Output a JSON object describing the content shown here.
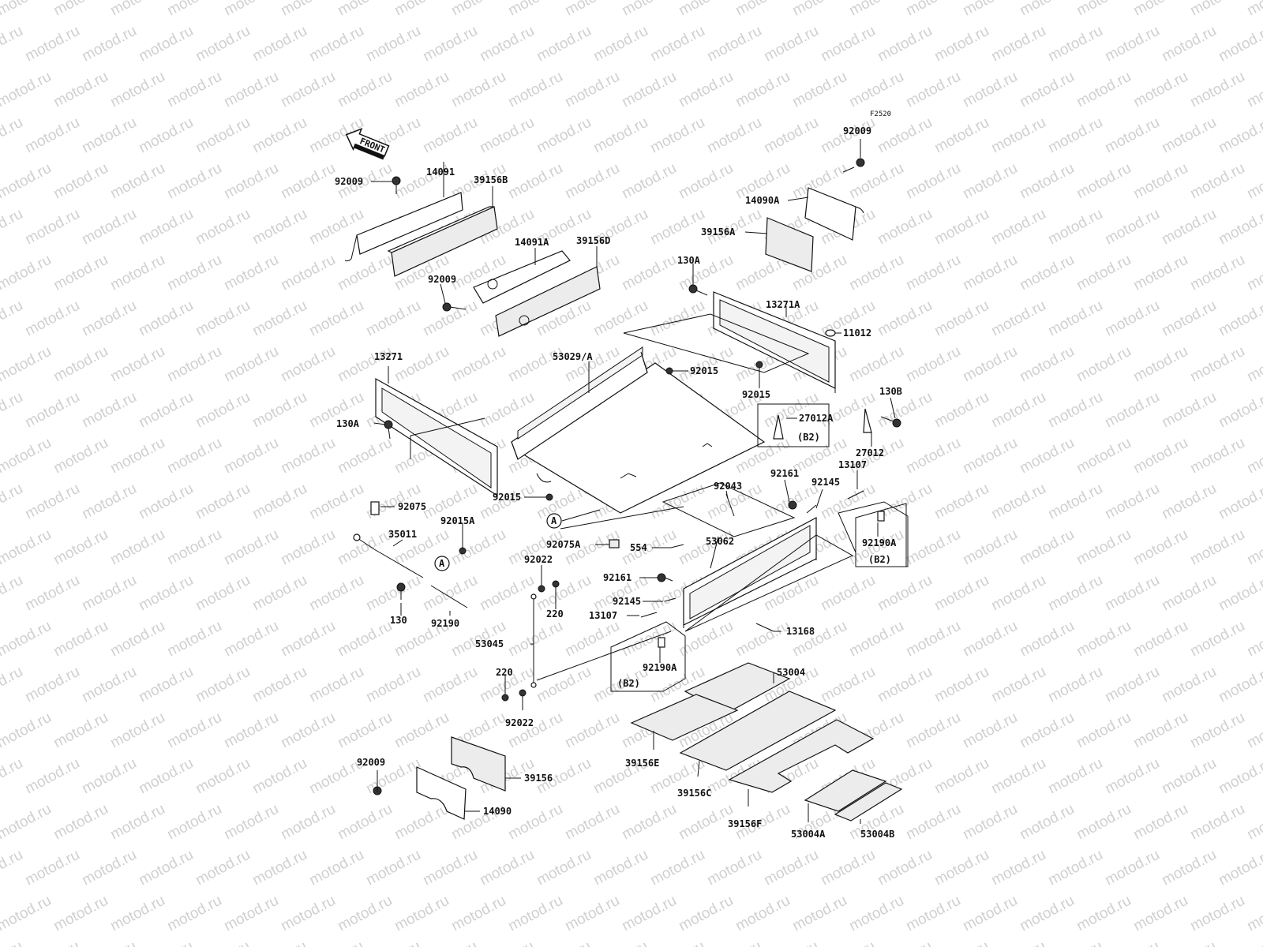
{
  "figure_code": "F2520",
  "front_arrow_label": "FRONT",
  "watermark_text": "motod.ru",
  "circle_ref": "A",
  "parts": {
    "p92009_top_left": "92009",
    "p14091": "14091",
    "p39156B": "39156B",
    "p14091A": "14091A",
    "p39156D": "39156D",
    "p92009_mid": "92009",
    "p92009_top_right": "92009",
    "p14090A": "14090A",
    "p39156A": "39156A",
    "p130A_right": "130A",
    "p13271A": "13271A",
    "p11012": "11012",
    "p92015_right": "92015",
    "p92015_mid": "92015",
    "p53029A": "53029/A",
    "p13271": "13271",
    "p130A_left": "130A",
    "p92015_left": "92015",
    "p130B": "130B",
    "p27012A": "27012A",
    "p27012": "27012",
    "pB2_a": "(B2)",
    "p92161_top": "92161",
    "p13107_top": "13107",
    "p92145_top": "92145",
    "p92043": "92043",
    "p92075": "92075",
    "p35011": "35011",
    "p92015A": "92015A",
    "p92075A": "92075A",
    "p554": "554",
    "p53062": "53062",
    "p92190A_right": "92190A",
    "pB2_b": "(B2)",
    "p92022_top": "92022",
    "p220_top": "220",
    "p92161_bot": "92161",
    "p92145_bot": "92145",
    "p13107_bot": "13107",
    "p13168": "13168",
    "p130": "130",
    "p92190": "92190",
    "p53045": "53045",
    "p92190A_bot": "92190A",
    "pB2_c": "(B2)",
    "p53004": "53004",
    "p220_bot": "220",
    "p92022_bot": "92022",
    "p39156E": "39156E",
    "p39156C": "39156C",
    "p39156F": "39156F",
    "p53004A": "53004A",
    "p53004B": "53004B",
    "p92009_bot": "92009",
    "p39156": "39156",
    "p14090": "14090"
  }
}
